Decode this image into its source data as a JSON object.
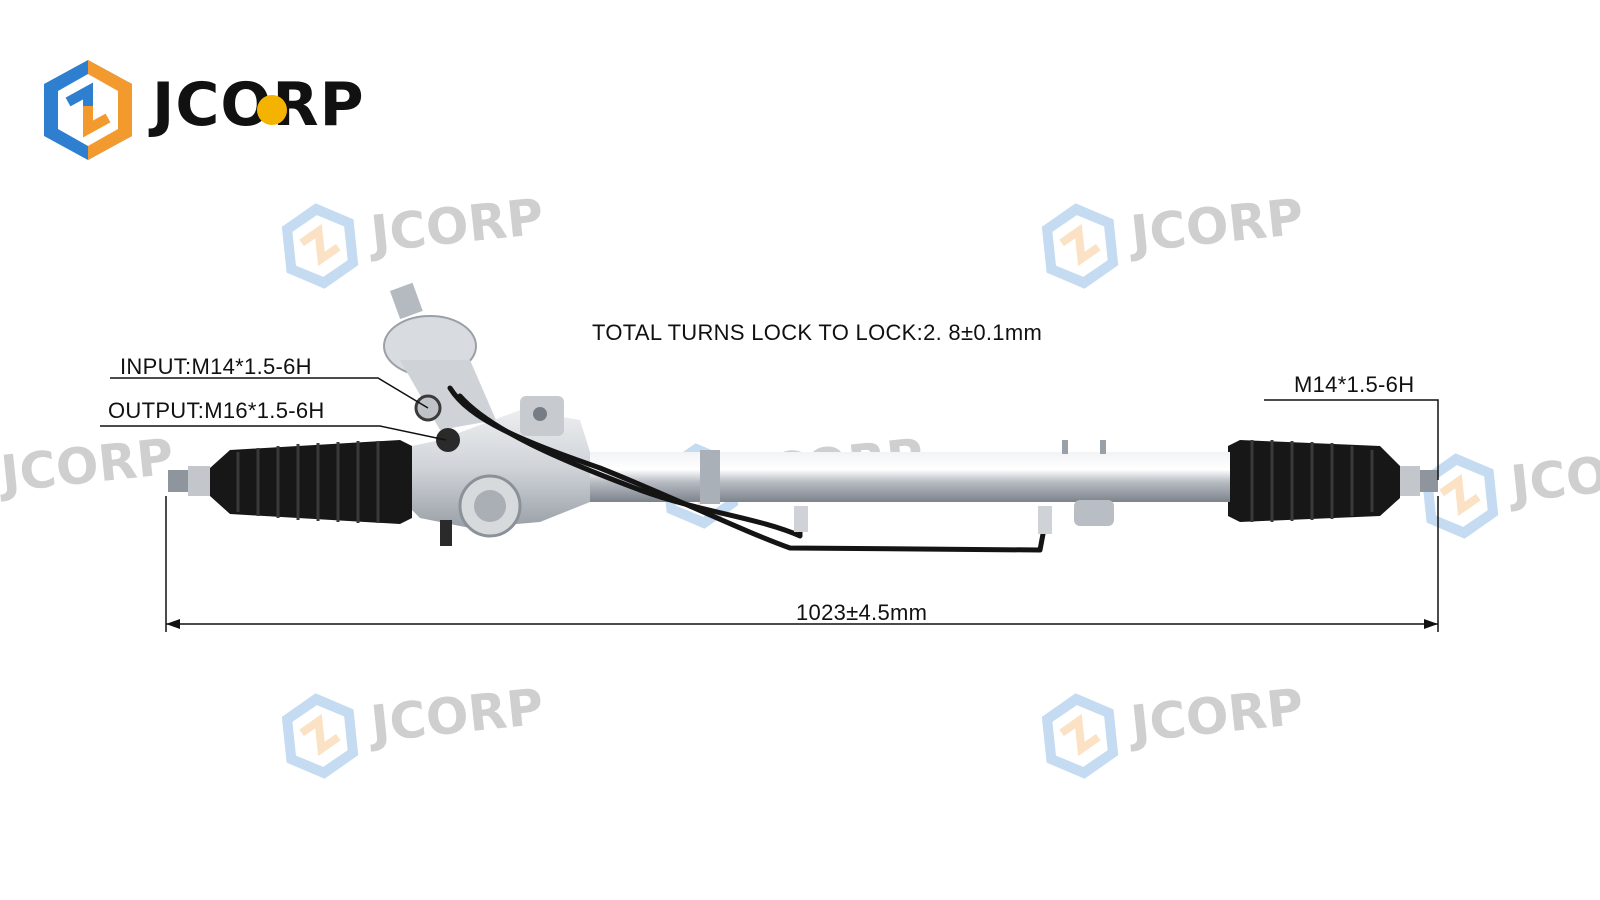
{
  "brand": {
    "name": "JCORP",
    "colors": {
      "blue": "#2e7fcf",
      "orange": "#f29a2e",
      "dark": "#111111"
    }
  },
  "watermark_text": "JCORP",
  "annotations": {
    "total_turns": "TOTAL TURNS LOCK TO LOCK:2. 8±0.1mm",
    "input_port": "INPUT:M14*1.5-6H",
    "output_port": "OUTPUT:M16*1.5-6H",
    "right_thread": "M14*1.5-6H",
    "overall_length": "1023±4.5mm"
  },
  "colors": {
    "boot": "#151515",
    "tube": "#c9cdd2",
    "housing": "#d3d6da",
    "line": "#111111"
  }
}
